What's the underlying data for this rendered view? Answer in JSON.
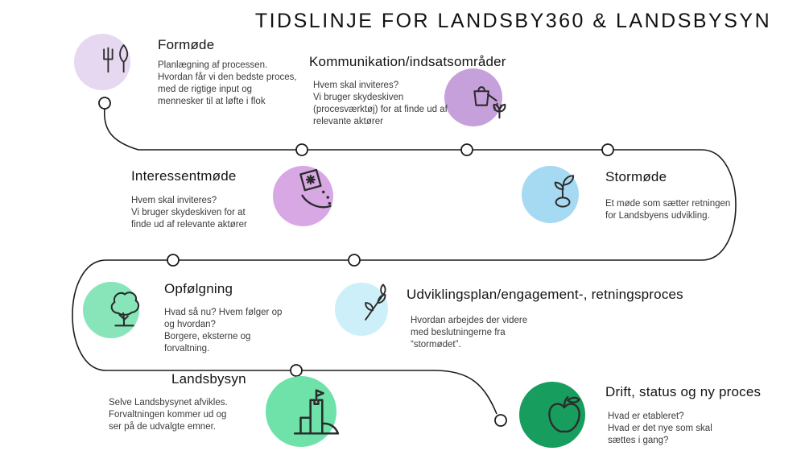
{
  "title": "TIDSLINJE FOR LANDSBY360 & LANDSBYSYN",
  "line_color": "#1c1c1c",
  "icon_stroke": "#2b2b2b",
  "milestones": [
    {
      "title": "Formøde",
      "body": "Planlægning af processen.\nHvordan får vi den bedste proces, med de rigtige input og mennesker til at løfte i flok",
      "icon": "garden-tools-icon",
      "color": "#e6d8f0"
    },
    {
      "title": "Kommunikation/indsatsområder",
      "body": "Hvem skal inviteres?\nVi bruger skydeskiven (procesværktøj) for at finde ud af relevante aktører",
      "icon": "watering-can-icon",
      "color": "#c6a0da"
    },
    {
      "title": "Interessentmøde",
      "body": "Hvem skal inviteres?\nVi bruger skydeskiven for at finde ud af relevante aktører",
      "icon": "seed-packet-icon",
      "color": "#d8a8e4"
    },
    {
      "title": "Stormøde",
      "body": "Et møde som sætter retningen for Landsbyens udvikling.",
      "icon": "sprout-icon",
      "color": "#a6d9f2"
    },
    {
      "title": "Opfølgning",
      "body": "Hvad så nu? Hvem følger op og hvordan?\nBorgere, eksterne og forvaltning.",
      "icon": "tree-icon",
      "color": "#88e5ba"
    },
    {
      "title": "Udviklingsplan/engagement-, retningsproces",
      "body": "Hvordan arbejdes der videre med beslutningerne fra “stormødet”.",
      "icon": "seedling-icon",
      "color": "#cdeff9"
    },
    {
      "title": "Landsbysyn",
      "body": "Selve Landsbysynet afvikles.\nForvaltningen kommer ud og ser på de udvalgte emner.",
      "icon": "sandcastle-icon",
      "color": "#6fe2a9"
    },
    {
      "title": "Drift, status og ny proces",
      "body": "Hvad er etableret?\nHvad er det nye som skal sættes i gang?",
      "icon": "apple-icon",
      "color": "#179d5e"
    }
  ]
}
